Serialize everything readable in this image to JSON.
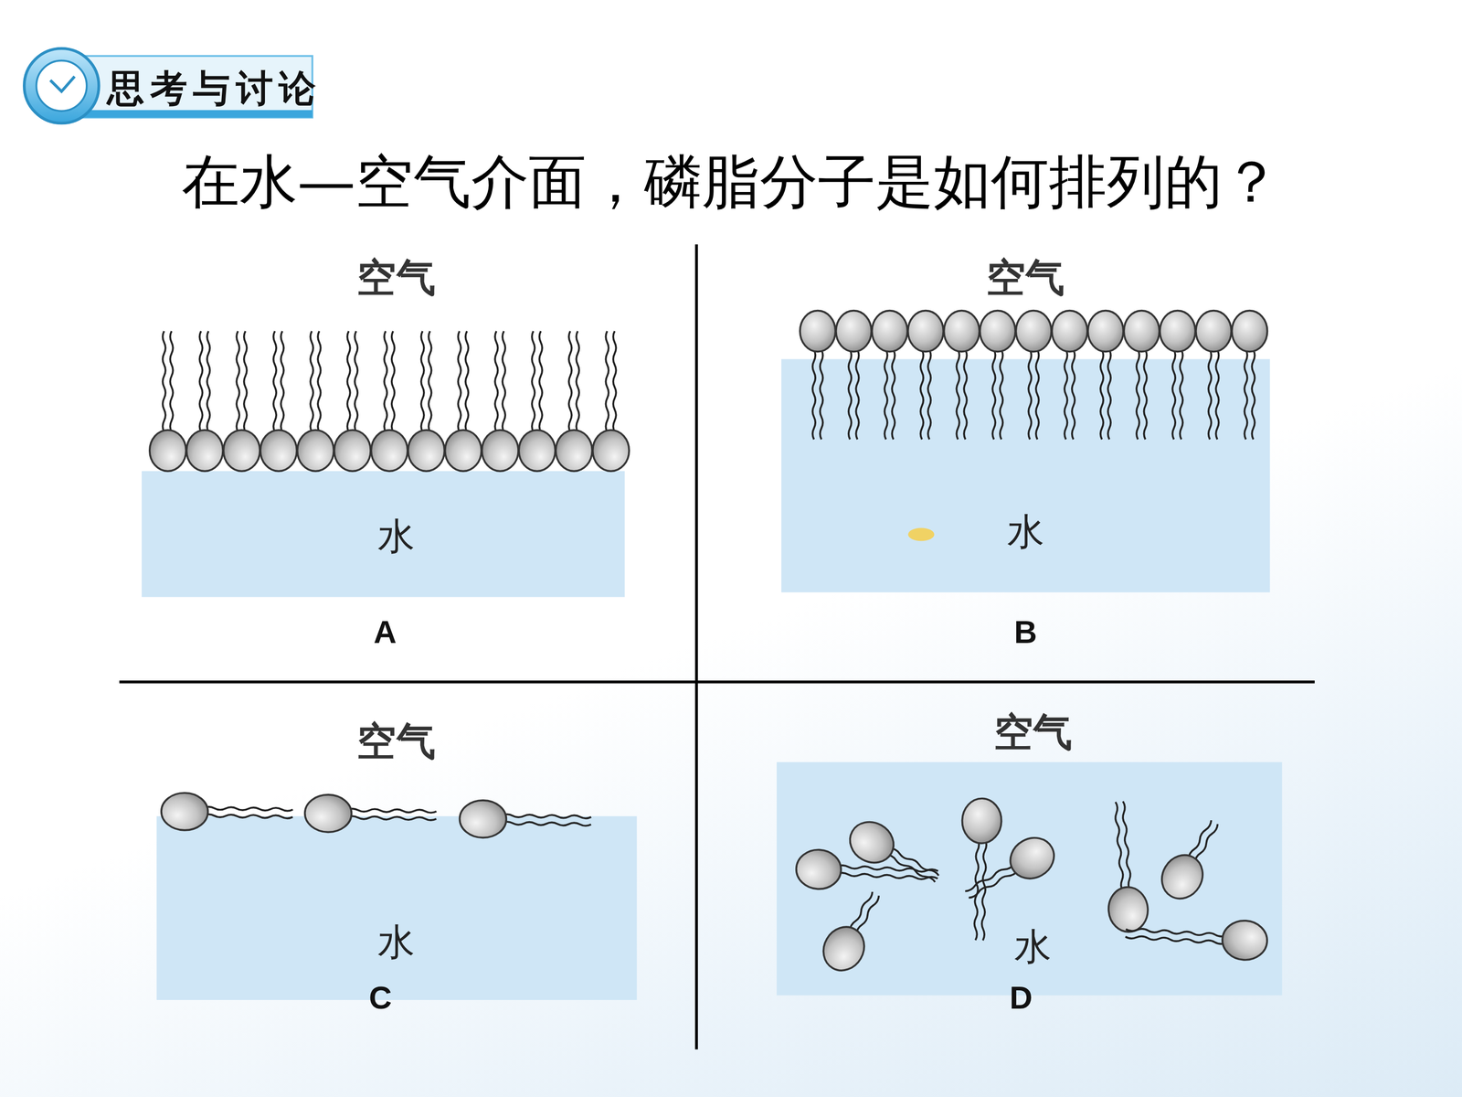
{
  "diagram": {
    "title": "在水—空气介面，磷脂分子是如何排列的？",
    "nodes": [
      {
        "text": [
          "水"
        ]
      },
      {
        "text": [
          "水"
        ]
      },
      {
        "text": [
          "水"
        ]
      },
      {
        "text": [
          "水"
        ]
      }
    ],
    "labels": [
      "思考与讨论",
      "空气",
      "A",
      "空气",
      "B",
      "空气",
      "C",
      "空气",
      "D"
    ]
  }
}
